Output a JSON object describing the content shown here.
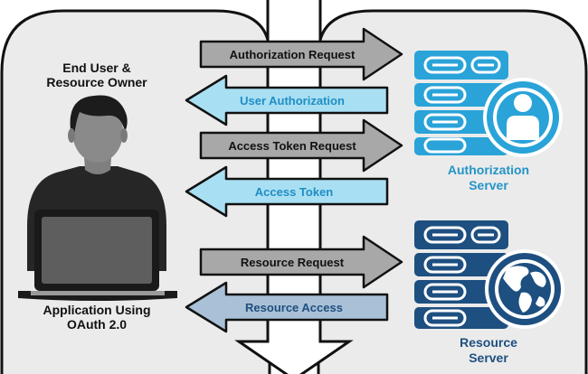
{
  "actors": {
    "user_line1": "End User &",
    "user_line2": "Resource Owner",
    "app_line1": "Application Using",
    "app_line2": "OAuth 2.0",
    "auth_server_line1": "Authorization",
    "auth_server_line2": "Server",
    "resource_server_line1": "Resource",
    "resource_server_line2": "Server"
  },
  "flows": [
    {
      "label": "Authorization Request",
      "direction": "right"
    },
    {
      "label": "User Authorization",
      "direction": "left"
    },
    {
      "label": "Access Token Request",
      "direction": "right"
    },
    {
      "label": "Access Token",
      "direction": "left"
    },
    {
      "label": "Resource Request",
      "direction": "right"
    },
    {
      "label": "Resource Access",
      "direction": "left"
    }
  ],
  "icons": {
    "user": "user-with-laptop-icon",
    "auth_server": "server-with-person-icon",
    "resource_server": "server-with-globe-icon"
  },
  "colors": {
    "panel_bg": "#ebebeb",
    "outline": "#111111",
    "request_arrow": "#a8a8a8",
    "user_auth_arrow": "#a9dff3",
    "resource_access_arrow": "#a9c0d6",
    "auth_server": "#29a3d8",
    "resource_server": "#1d4f80",
    "auth_text": "#2494c7",
    "resource_text": "#1e4f80"
  }
}
